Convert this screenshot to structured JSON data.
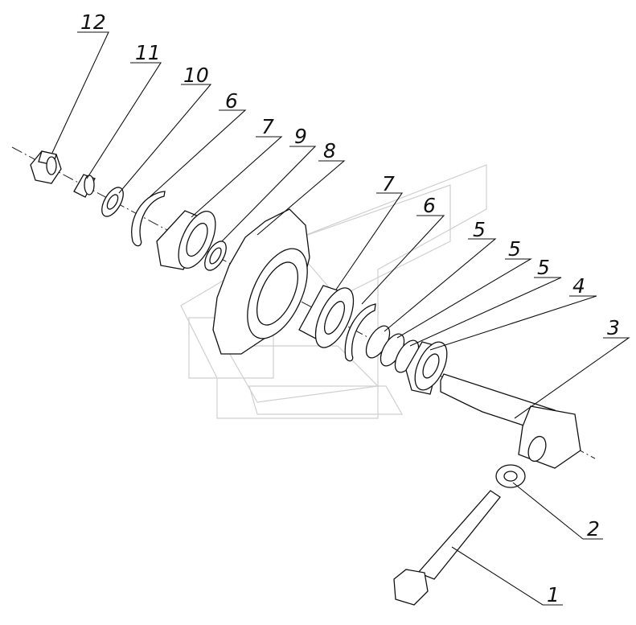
{
  "callouts": [
    {
      "id": "p1",
      "label": "1"
    },
    {
      "id": "p2",
      "label": "2"
    },
    {
      "id": "p3",
      "label": "3"
    },
    {
      "id": "p4",
      "label": "4"
    },
    {
      "id": "p5a",
      "label": "5"
    },
    {
      "id": "p5b",
      "label": "5"
    },
    {
      "id": "p5c",
      "label": "5"
    },
    {
      "id": "p6a",
      "label": "6"
    },
    {
      "id": "p6b",
      "label": "6"
    },
    {
      "id": "p7a",
      "label": "7"
    },
    {
      "id": "p7b",
      "label": "7"
    },
    {
      "id": "p8",
      "label": "8"
    },
    {
      "id": "p9",
      "label": "9"
    },
    {
      "id": "p10",
      "label": "10"
    },
    {
      "id": "p11",
      "label": "11"
    },
    {
      "id": "p12",
      "label": "12"
    }
  ],
  "style": {
    "line_color": "#111111",
    "watermark_color": "#cfcfcf",
    "background": "#ffffff"
  }
}
